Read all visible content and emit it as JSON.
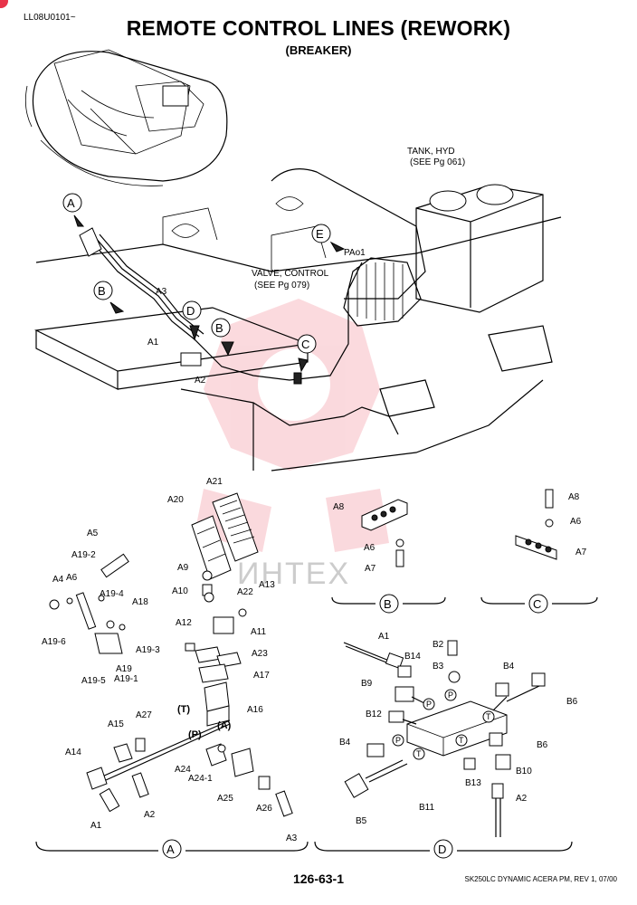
{
  "header": {
    "doc_code": "LL08U0101~",
    "title": "REMOTE CONTROL LINES (REWORK)",
    "subtitle": "(BREAKER)"
  },
  "callouts": {
    "tank": [
      "TANK, HYD",
      "(SEE Pg  061)"
    ],
    "valve": [
      "VALVE, CONTROL",
      "(SEE Pg  079)"
    ],
    "port": "PAo1"
  },
  "detail_markers": [
    "A",
    "B",
    "C",
    "D",
    "E"
  ],
  "section_labels": {
    "a": "A",
    "b": "B",
    "c": "C",
    "d": "D"
  },
  "flow_marks": {
    "t": "(T)",
    "p": "(P)",
    "a": "(A)",
    "tp": "T",
    "pp": "P"
  },
  "parts": {
    "top": [
      "A1",
      "A2",
      "A3"
    ],
    "section_a": [
      "A21",
      "A20",
      "A5",
      "A19-2",
      "A4",
      "A6",
      "A19-4",
      "A18",
      "A9",
      "A10",
      "A13",
      "A22",
      "A12",
      "A11",
      "A19-6",
      "A19",
      "A19-3",
      "A23",
      "A19-5",
      "A19-1",
      "A17",
      "A16",
      "A15",
      "A27",
      "A14",
      "A24",
      "A24-1",
      "A25",
      "A26",
      "A1",
      "A2",
      "A3"
    ],
    "section_b": [
      "A8",
      "A6",
      "A7"
    ],
    "section_c": [
      "A8",
      "A6",
      "A7"
    ],
    "section_d": [
      "A1",
      "B2",
      "B14",
      "B3",
      "B4",
      "B9",
      "B6",
      "B12",
      "B4",
      "B6",
      "B10",
      "B13",
      "B11",
      "A2",
      "B5"
    ]
  },
  "watermark": "ИНТЕХ",
  "footer": {
    "page_number": "126-63-1",
    "note": "SK250LC DYNAMIC ACERA PM, REV 1, 07/00"
  }
}
